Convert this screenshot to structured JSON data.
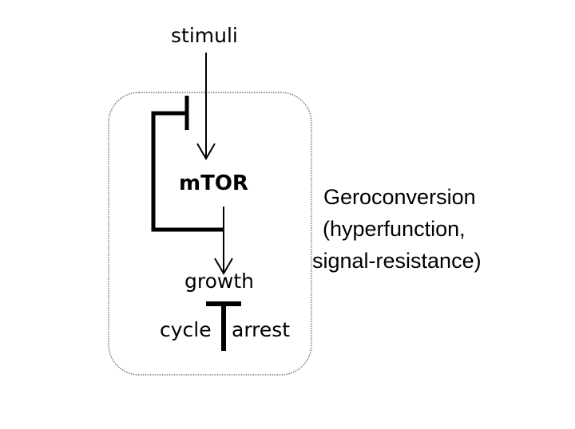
{
  "diagram": {
    "nodes": {
      "stimuli": "stimuli",
      "mtor": "mTOR",
      "growth": "growth",
      "cycle": "cycle",
      "arrest": "arrest"
    },
    "side_label": {
      "line1": "Geroconversion",
      "line2": "(hyperfunction,",
      "line3": "signal-resistance)"
    },
    "edges": [
      {
        "from": "stimuli",
        "to": "mTOR",
        "type": "activation"
      },
      {
        "from": "mTOR",
        "to": "growth",
        "type": "activation"
      },
      {
        "from": "mTOR-growth feedback",
        "to": "stimuli-mTOR",
        "type": "inhibition"
      },
      {
        "from": "growth",
        "to": "cycle arrest",
        "type": "inhibition"
      }
    ],
    "colors": {
      "ink": "#000000",
      "box_border": "#555555",
      "background": "#ffffff"
    }
  }
}
